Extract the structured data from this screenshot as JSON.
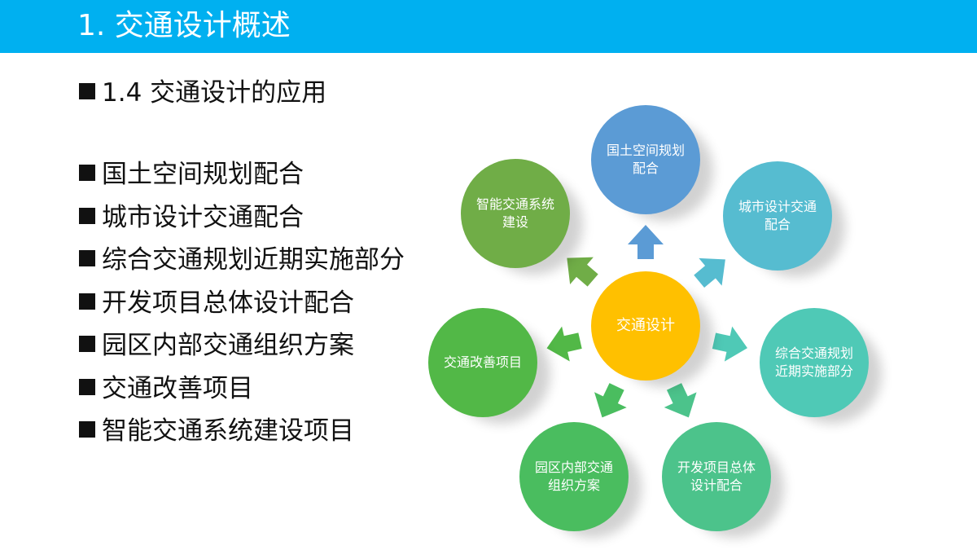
{
  "header": {
    "title": "1. 交通设计概述"
  },
  "section": {
    "title": "1.4 交通设计的应用"
  },
  "items": [
    "国土空间规划配合",
    "城市设计交通配合",
    "综合交通规划近期实施部分",
    "开发项目总体设计配合",
    "园区内部交通组织方案",
    "交通改善项目",
    "智能交通系统建设项目"
  ],
  "diagram": {
    "center": {
      "label": "交通设计",
      "color": "#ffc000"
    },
    "nodes": [
      {
        "label": "国土空间规划配合",
        "color": "#5b9bd5"
      },
      {
        "label": "城市设计交通配合",
        "color": "#56bcd0"
      },
      {
        "label": "综合交通规划近期实施部分",
        "color": "#4fc9b6"
      },
      {
        "label": "开发项目总体设计配合",
        "color": "#4cc38b"
      },
      {
        "label": "园区内部交通组织方案",
        "color": "#4abd5f"
      },
      {
        "label": "交通改善项目",
        "color": "#52b847"
      },
      {
        "label": "智能交通系统建设",
        "color": "#70ad47"
      }
    ]
  }
}
